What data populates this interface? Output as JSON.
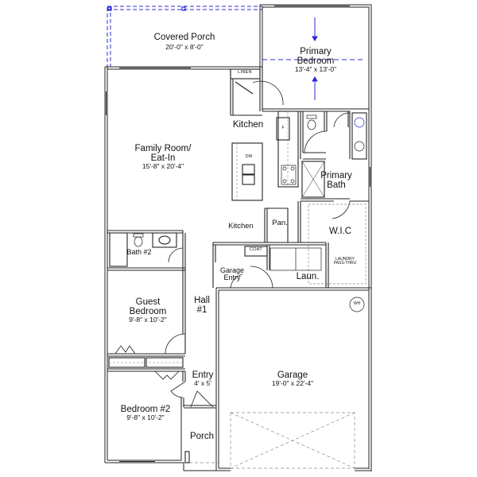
{
  "plan": {
    "rooms": [
      {
        "id": "covered-porch",
        "name": "Covered Porch",
        "dims": "20'-0\" x 8'-0\""
      },
      {
        "id": "primary-bedroom",
        "name_line1": "Primary",
        "name_line2": "Bedroom",
        "dims": "13'-4\" x 13'-0\""
      },
      {
        "id": "family-room",
        "name_line1": "Family Room/",
        "name_line2": "Eat-In",
        "dims": "15'-8\" x 20'-4\""
      },
      {
        "id": "kitchen-upper",
        "name": "Kitchen"
      },
      {
        "id": "kitchen-lower",
        "name": "Kitchen"
      },
      {
        "id": "primary-bath",
        "name_line1": "Primary",
        "name_line2": "Bath"
      },
      {
        "id": "pantry",
        "name": "Pan."
      },
      {
        "id": "wic",
        "name": "W.I.C"
      },
      {
        "id": "bath-2",
        "name": "Bath #2"
      },
      {
        "id": "garage-entry",
        "name_line1": "Garage",
        "name_line2": "Entry"
      },
      {
        "id": "laundry",
        "name": "Laun."
      },
      {
        "id": "guest-bedroom",
        "name_line1": "Guest",
        "name_line2": "Bedroom",
        "dims": "9'-8\" x 10'-2\""
      },
      {
        "id": "hall",
        "name_line1": "Hall",
        "name_line2": "#1"
      },
      {
        "id": "garage",
        "name": "Garage",
        "dims": "19'-0\" x 22'-4\""
      },
      {
        "id": "entry",
        "name": "Entry",
        "dims": "4' x 5'"
      },
      {
        "id": "bedroom-2",
        "name": "Bedroom #2",
        "dims": "9'-8\" x 10'-2\""
      },
      {
        "id": "porch",
        "name": "Porch"
      }
    ],
    "fixtures": {
      "linen": "LINEN",
      "coat": "COAT",
      "laundry_pass_line1": "LAUNDRY",
      "laundry_pass_line2": "PASS-THRU",
      "dishwasher": "DW",
      "fridge": "F",
      "water_heater": "WH"
    },
    "colors": {
      "wall": "#222222",
      "accent": "#2b2bd6",
      "dash": "#888888"
    }
  }
}
